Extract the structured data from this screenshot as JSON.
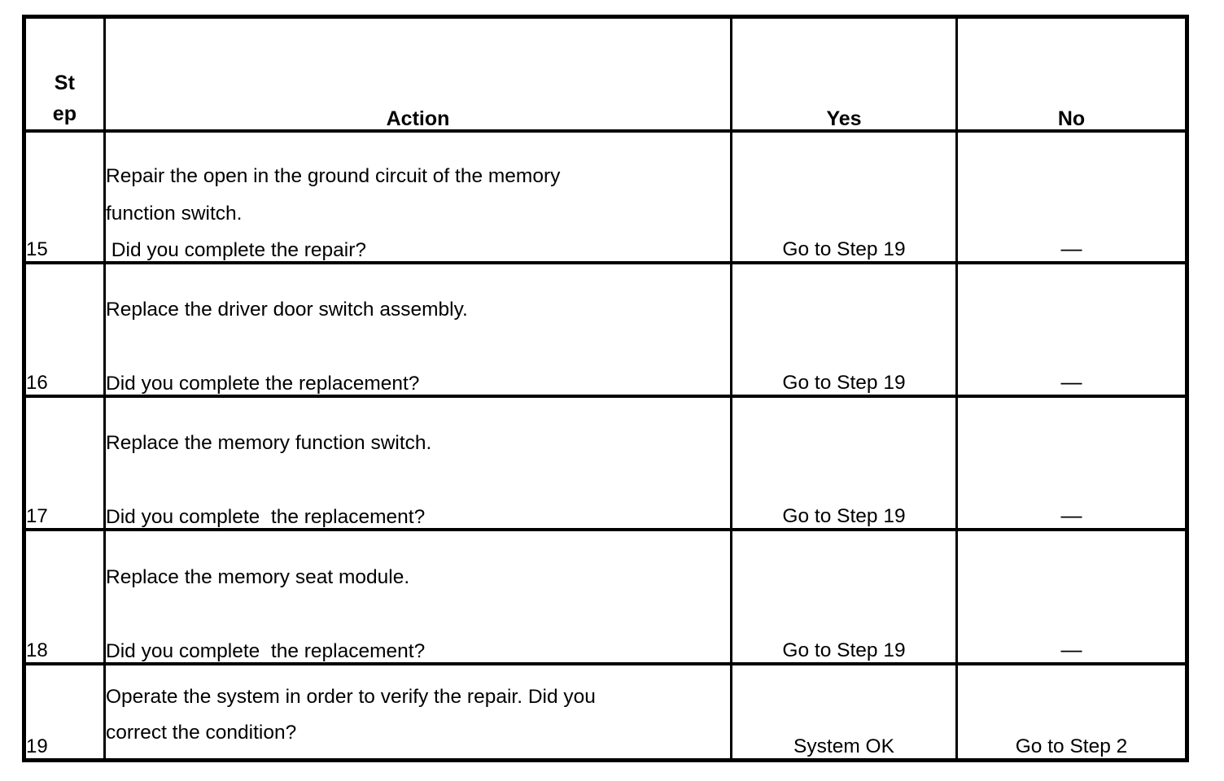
{
  "table": {
    "headers": {
      "step_line1": "St",
      "step_line2": "ep",
      "action": "Action",
      "yes": "Yes",
      "no": "No"
    },
    "rows": [
      {
        "step": "15",
        "action_lines": [
          "Repair the open in the ground circuit of the memory",
          "function switch.",
          " Did you complete the repair?"
        ],
        "yes": "Go to Step 19",
        "no": "—"
      },
      {
        "step": "16",
        "action_lines": [
          "Replace the driver door switch assembly.",
          "",
          "Did you complete the replacement?"
        ],
        "yes": "Go to Step 19",
        "no": "—"
      },
      {
        "step": "17",
        "action_lines": [
          "Replace the memory function switch.",
          "",
          "Did you complete  the replacement?"
        ],
        "yes": "Go to Step 19",
        "no": "—"
      },
      {
        "step": "18",
        "action_lines": [
          "Replace the memory seat module.",
          "",
          "Did you complete  the replacement?"
        ],
        "yes": "Go to Step 19",
        "no": "—"
      },
      {
        "step": "19",
        "action_lines": [
          "Operate the system in order to verify the repair. Did you",
          "correct the condition?"
        ],
        "yes": "System OK",
        "no": "Go to Step 2"
      }
    ]
  },
  "colors": {
    "border": "#000000",
    "text": "#000000",
    "background": "#ffffff"
  }
}
